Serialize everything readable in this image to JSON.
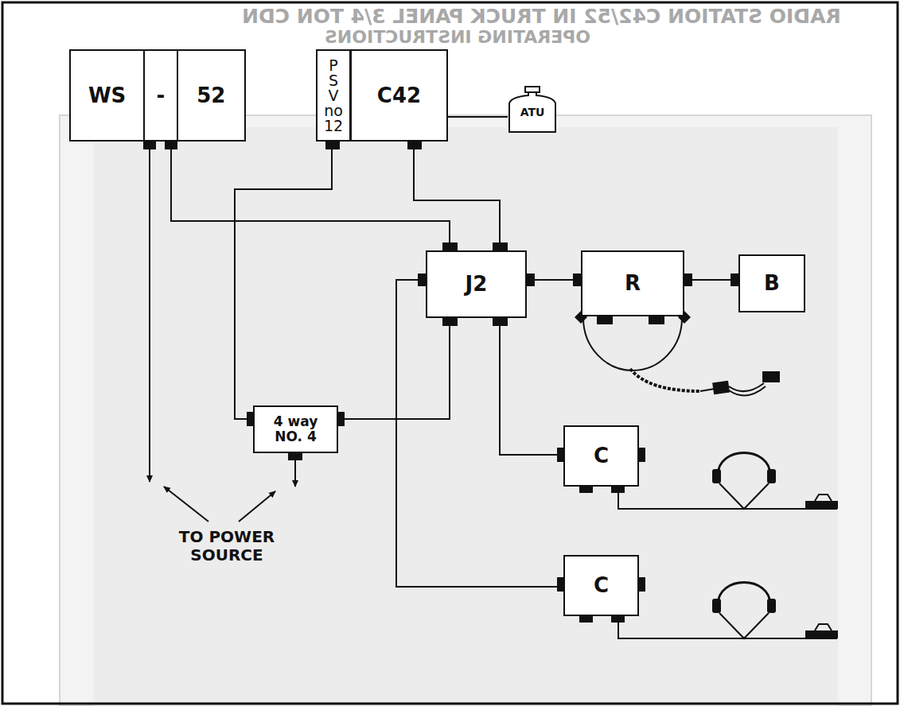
{
  "diagram": {
    "nodes": [
      {
        "text": [
          "WS",
          "-",
          "52"
        ]
      },
      {
        "text": [
          "P S V no 12"
        ]
      },
      {
        "text": [
          "C42"
        ]
      },
      {
        "text": [
          "ATU"
        ]
      },
      {
        "text": [
          "J2"
        ]
      },
      {
        "text": [
          "R"
        ]
      },
      {
        "text": [
          "B"
        ]
      },
      {
        "text": [
          "4 way NO. 4"
        ]
      },
      {
        "text": [
          "C"
        ]
      },
      {
        "text": [
          "C"
        ]
      }
    ],
    "edges": [
      {
        "from": 0,
        "to": 4,
        "arrow": "none"
      },
      {
        "from": 1,
        "to": 7,
        "arrow": "none"
      },
      {
        "from": 2,
        "to": 4,
        "arrow": "none"
      },
      {
        "from": 2,
        "to": 3,
        "arrow": "none"
      },
      {
        "from": 4,
        "to": 5,
        "arrow": "none"
      },
      {
        "from": 5,
        "to": 6,
        "arrow": "none"
      },
      {
        "from": 7,
        "to": 4,
        "arrow": "none"
      },
      {
        "from": 4,
        "to": 8,
        "arrow": "none"
      },
      {
        "from": 4,
        "to": 9,
        "arrow": "none"
      }
    ],
    "labels": [
      "RADIO STATION C42/52 IN TRUCK PANEL 3/4 TON CDN",
      "OPERATING INSTRUCTIONS",
      "TO POWER SOURCE"
    ]
  }
}
